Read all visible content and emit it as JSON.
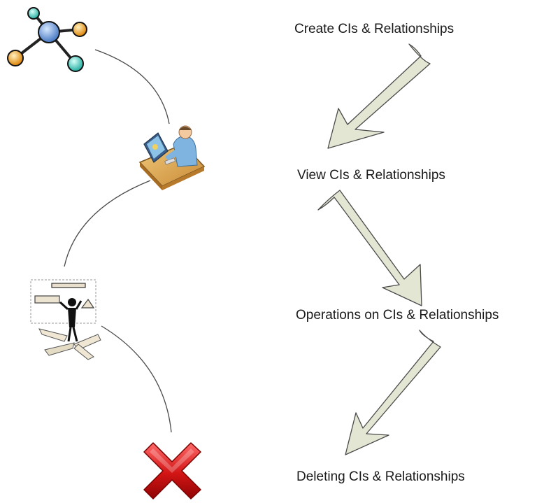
{
  "steps": [
    {
      "label": "Create CIs & Relationships",
      "icon": "molecule-network-icon"
    },
    {
      "label": "View CIs & Relationships",
      "icon": "person-at-computer-icon"
    },
    {
      "label": "Operations on CIs & Relationships",
      "icon": "worker-with-blueprints-icon"
    },
    {
      "label": "Deleting CIs & Relationships",
      "icon": "red-x-delete-icon"
    }
  ],
  "colors": {
    "arrow_fill": "#e3e6d3",
    "arrow_stroke": "#4a4a4a",
    "connector": "#4a4a4a",
    "delete_red": "#cc1111",
    "molecule_center": "#6a9bd6",
    "molecule_teal": "#5fd0c6",
    "molecule_orange": "#f0a020"
  }
}
